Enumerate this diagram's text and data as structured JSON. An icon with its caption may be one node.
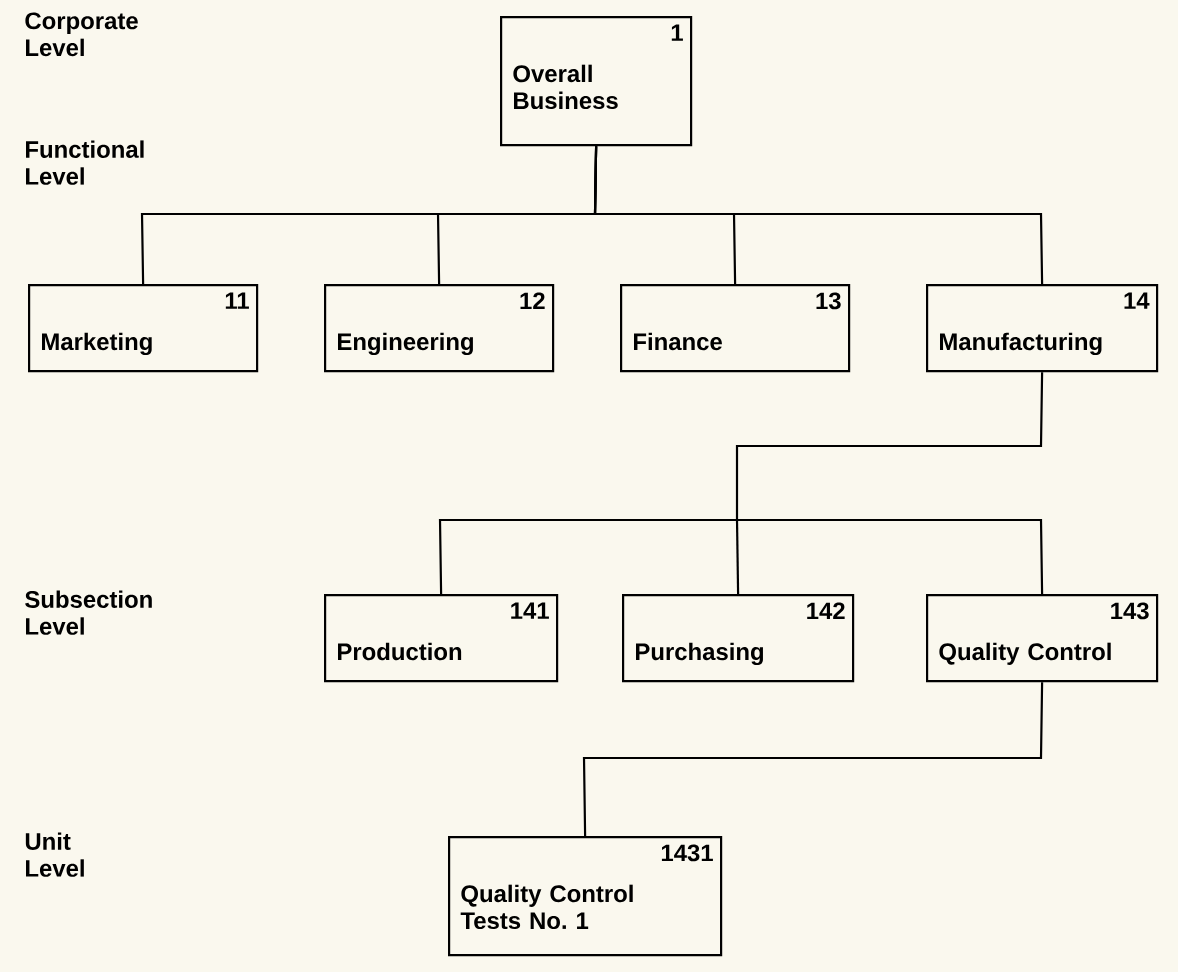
{
  "diagram": {
    "nodes": [
      {
        "text": [
          "1",
          "Overall Business"
        ]
      },
      {
        "text": [
          "11",
          "Marketing"
        ]
      },
      {
        "text": [
          "12",
          "Engineering"
        ]
      },
      {
        "text": [
          "13",
          "Finance"
        ]
      },
      {
        "text": [
          "14",
          "Manufacturing"
        ]
      },
      {
        "text": [
          "141",
          "Production"
        ]
      },
      {
        "text": [
          "142",
          "Purchasing"
        ]
      },
      {
        "text": [
          "143",
          "Quality Control"
        ]
      },
      {
        "text": [
          "1431",
          "Quality Control Tests No. 1"
        ]
      }
    ],
    "edges": [
      {
        "from": 0,
        "to": 1,
        "arrow": "none"
      },
      {
        "from": 0,
        "to": 2,
        "arrow": "none"
      },
      {
        "from": 0,
        "to": 3,
        "arrow": "none"
      },
      {
        "from": 0,
        "to": 4,
        "arrow": "none"
      },
      {
        "from": 4,
        "to": 5,
        "arrow": "none"
      },
      {
        "from": 4,
        "to": 6,
        "arrow": "none"
      },
      {
        "from": 4,
        "to": 7,
        "arrow": "none"
      },
      {
        "from": 7,
        "to": 8,
        "arrow": "none"
      }
    ],
    "labels": [
      "Corporate Level",
      "Functional Level",
      "Subsection Level",
      "Unit Level"
    ]
  }
}
